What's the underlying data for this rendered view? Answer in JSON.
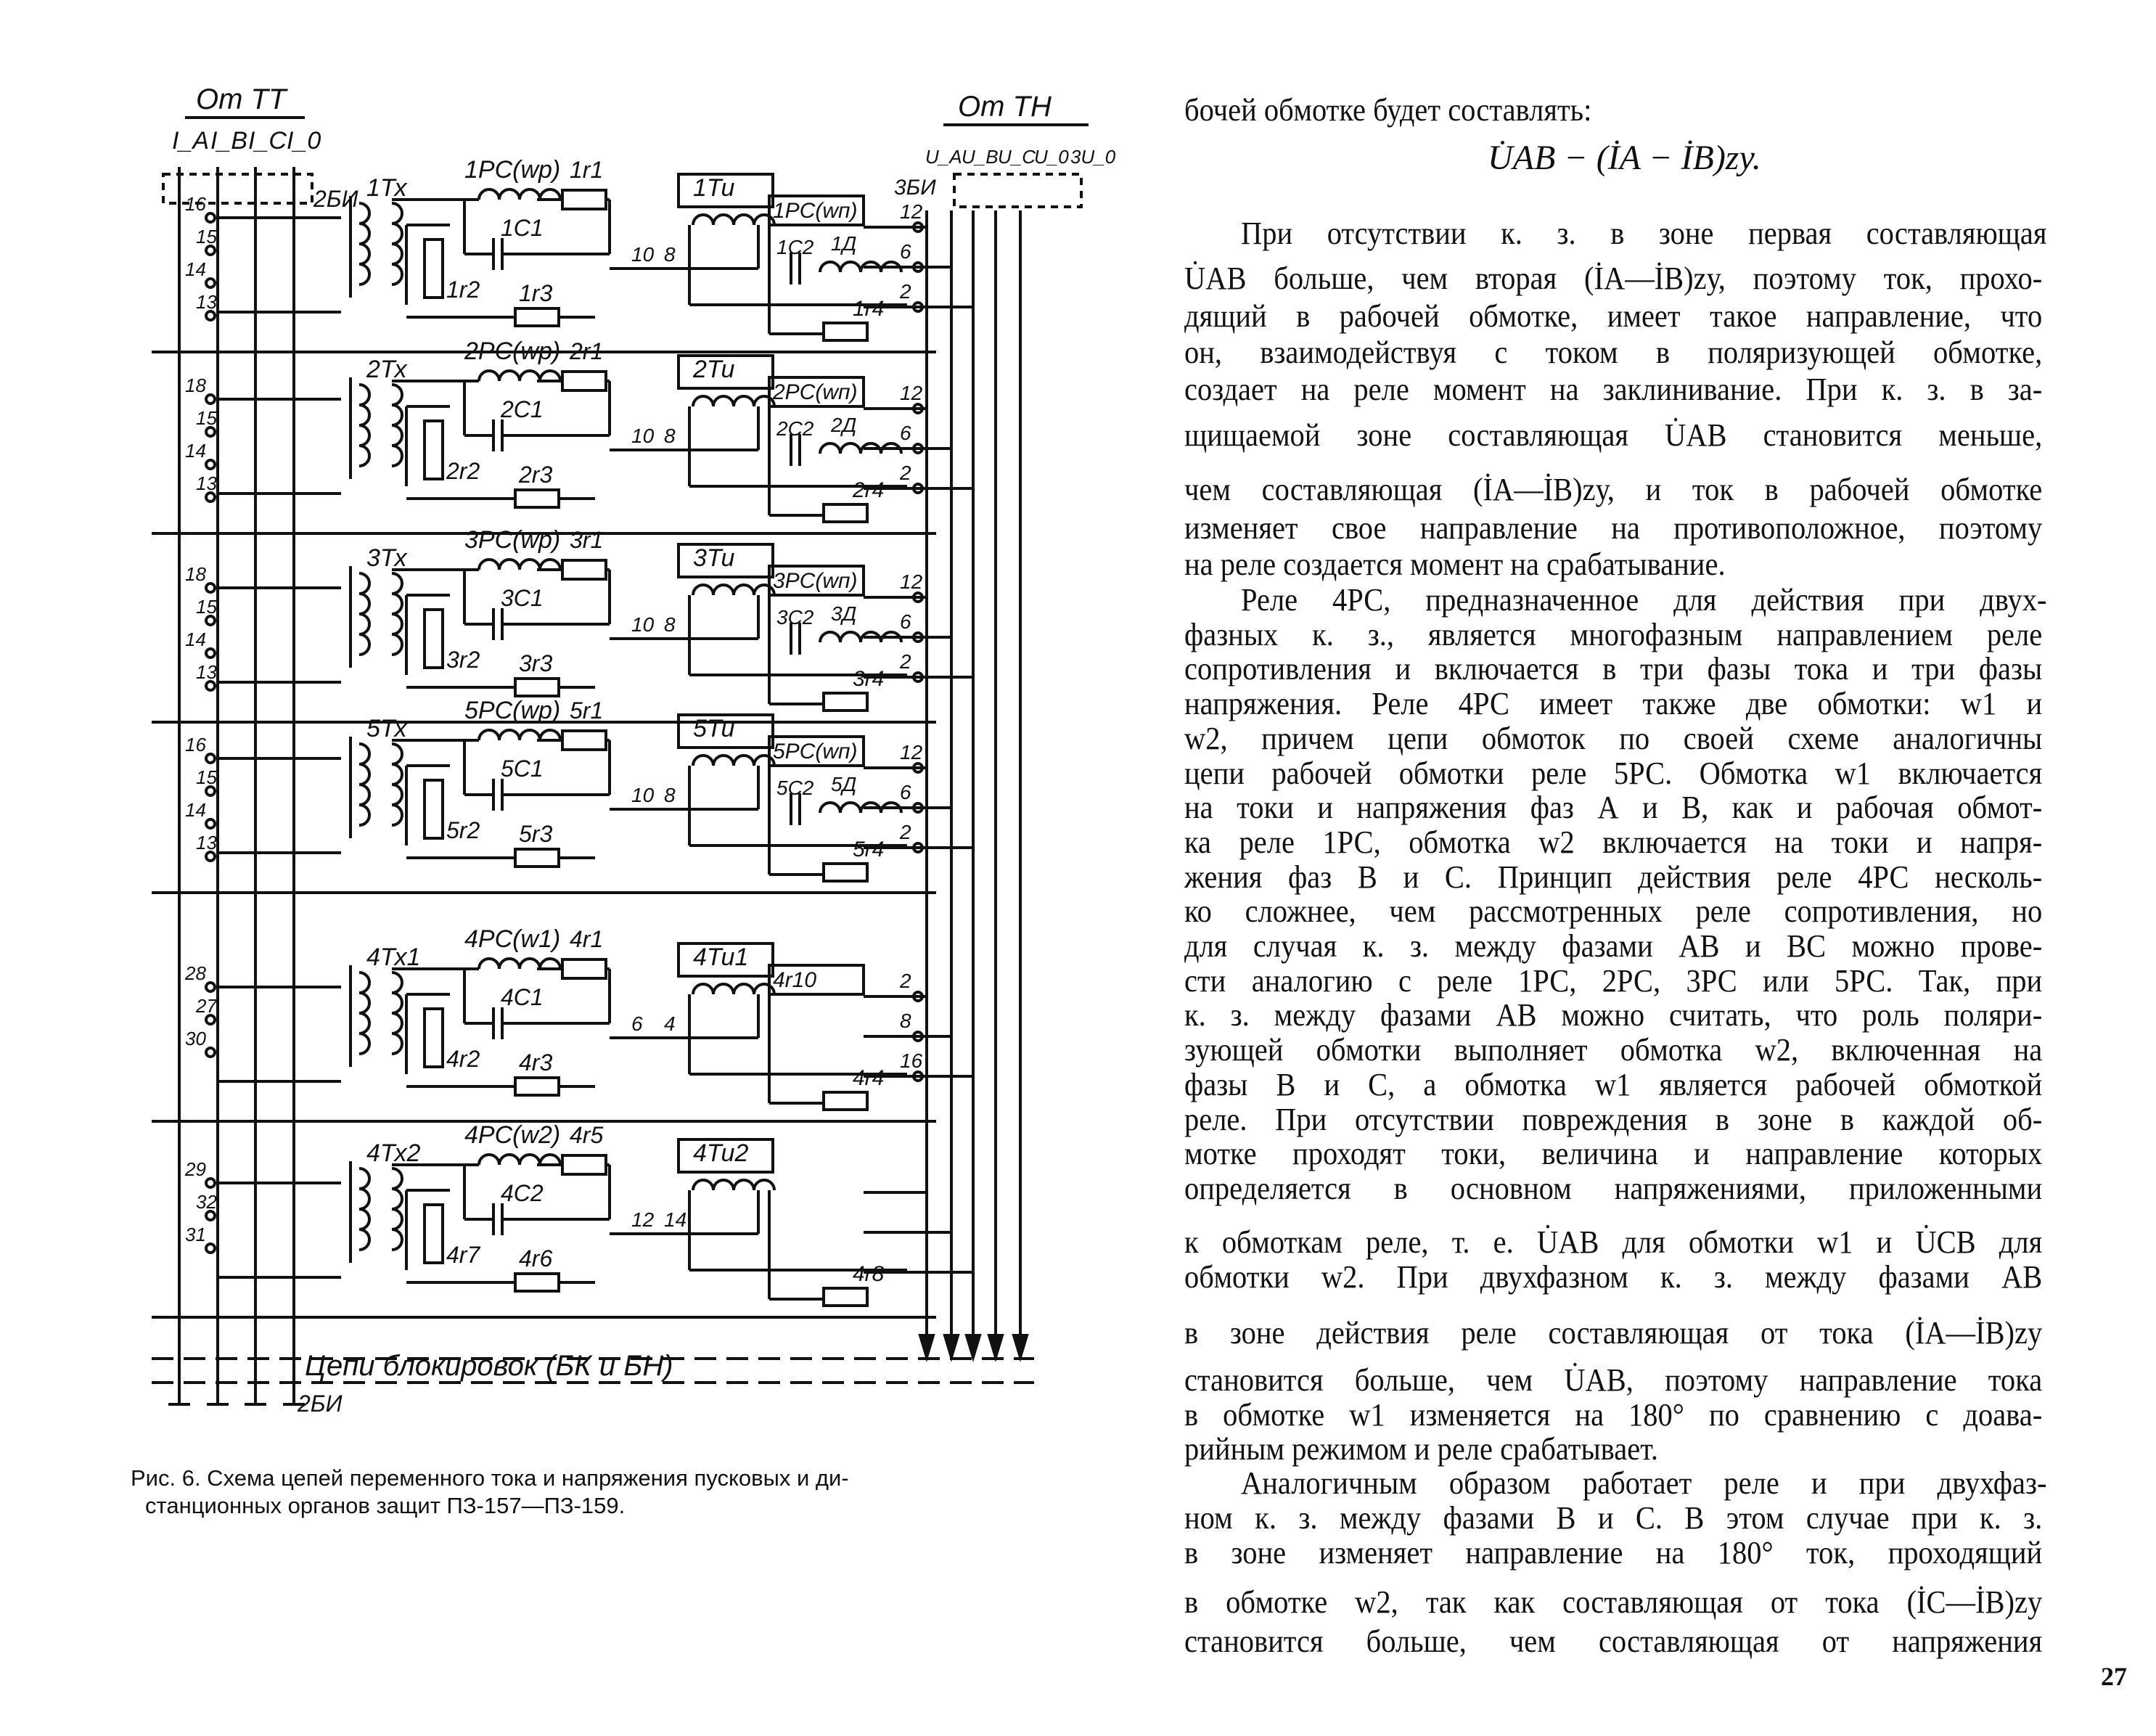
{
  "diagram": {
    "from_ct": "От ТТ",
    "from_vt": "От ТН",
    "currents": [
      "I_A",
      "I_B",
      "I_C",
      "I_0"
    ],
    "voltages": [
      "U_A",
      "U_B",
      "U_C",
      "U_0",
      "3U_0"
    ],
    "top_left_box": "2БИ",
    "top_right_box": "3БИ",
    "bottom_box": "2БИ",
    "bottom_label": "Цепи блокировок (БК и БН)",
    "blocks": [
      {
        "tx": "1Тх",
        "rw": "1РС(wр)",
        "r1": "1r1",
        "c1": "1C1",
        "r2": "1r2",
        "r3": "1r3",
        "tu": "1Ти",
        "rn": "1РС(wп)",
        "c2": "1C2",
        "d": "1Д",
        "r4": "1r4",
        "mid": [
          "10",
          "8"
        ],
        "out": [
          "12",
          "6",
          "2"
        ],
        "left": [
          "16",
          "15",
          "14",
          "13"
        ]
      },
      {
        "tx": "2Тх",
        "rw": "2РС(wр)",
        "r1": "2r1",
        "c1": "2C1",
        "r2": "2r2",
        "r3": "2r3",
        "tu": "2Ти",
        "rn": "2РС(wп)",
        "c2": "2C2",
        "d": "2Д",
        "r4": "2r4",
        "mid": [
          "10",
          "8"
        ],
        "out": [
          "12",
          "6",
          "2"
        ],
        "left": [
          "18",
          "15",
          "14",
          "13"
        ]
      },
      {
        "tx": "3Тх",
        "rw": "3РС(wр)",
        "r1": "3r1",
        "c1": "3C1",
        "r2": "3r2",
        "r3": "3r3",
        "tu": "3Ти",
        "rn": "3РС(wп)",
        "c2": "3C2",
        "d": "3Д",
        "r4": "3r4",
        "mid": [
          "10",
          "8"
        ],
        "out": [
          "12",
          "6",
          "2"
        ],
        "left": [
          "18",
          "15",
          "14",
          "13"
        ]
      },
      {
        "tx": "5Тх",
        "rw": "5РС(wр)",
        "r1": "5r1",
        "c1": "5C1",
        "r2": "5r2",
        "r3": "5r3",
        "tu": "5Ти",
        "rn": "5РС(wп)",
        "c2": "5C2",
        "d": "5Д",
        "r4": "5r4",
        "mid": [
          "10",
          "8"
        ],
        "out": [
          "12",
          "6",
          "2"
        ],
        "left": [
          "16",
          "15",
          "14",
          "13"
        ]
      },
      {
        "tx": "4Тх1",
        "rw": "4РС(w1)",
        "r1": "4r1",
        "c1": "4C1",
        "r2": "4r2",
        "r3": "4r3",
        "tu": "4Ти1",
        "rn": "4r10",
        "c2": "",
        "d": "",
        "r4": "4r4",
        "mid": [
          "6",
          "4"
        ],
        "out": [
          "2",
          "8",
          "16"
        ],
        "left": [
          "28",
          "27",
          "30",
          ""
        ]
      },
      {
        "tx": "4Тх2",
        "rw": "4РС(w2)",
        "r1": "4r5",
        "c1": "4C2",
        "r2": "4r7",
        "r3": "4r6",
        "tu": "4Ти2",
        "rn": "",
        "c2": "",
        "d": "",
        "r4": "4r8",
        "mid": [
          "12",
          "14"
        ],
        "out": [
          "",
          "",
          ""
        ],
        "left": [
          "29",
          "32",
          "31",
          ""
        ]
      }
    ]
  },
  "caption": {
    "line1": "Рис. 6. Схема цепей переменного тока и напряжения пусковых и ди-",
    "line2": "станционных органов защит ПЗ-157—ПЗ-159."
  },
  "text": {
    "formula": "U̇AB − (İA − İB)zу.",
    "lines": [
      "бочей обмотке будет составлять:",
      "При отсутствии к. з. в зоне первая составляющая",
      "U̇AB больше, чем вторая (İA—İB)zу, поэтому ток, прохо-",
      "дящий в рабочей обмотке, имеет такое направление, что",
      "он, взаимодействуя с током в поляризующей обмотке,",
      "создает на реле момент на заклинивание. При к. з. в за-",
      "щищаемой зоне составляющая U̇AB становится меньше,",
      "чем составляющая (İA—İB)zу, и ток в рабочей обмотке",
      "изменяет свое направление на противоположное, поэтому",
      "на реле создается момент на срабатывание.",
      "Реле 4РС, предназначенное для действия при двух-",
      "фазных к. з., является многофазным направлением реле",
      "сопротивления и включается в три фазы тока и три фазы",
      "напряжения. Реле 4РС имеет также две обмотки: w1 и",
      "w2, причем цепи обмоток по своей схеме аналогичны",
      "цепи рабочей обмотки реле 5РС. Обмотка w1 включается",
      "на токи и напряжения фаз А и В, как и рабочая обмот-",
      "ка реле 1РС, обмотка w2 включается на токи и напря-",
      "жения фаз В и С. Принцип действия реле 4РС несколь-",
      "ко сложнее, чем рассмотренных реле сопротивления, но",
      "для случая к. з. между фазами АВ и ВС можно прове-",
      "сти аналогию с реле 1РС, 2РС, 3РС или 5РС. Так, при",
      "к. з. между фазами АВ можно считать, что роль поляри-",
      "зующей обмотки выполняет обмотка w2, включенная на",
      "фазы В и С, а обмотка w1 является рабочей обмоткой",
      "реле. При отсутствии повреждения в зоне в каждой об-",
      "мотке проходят токи, величина и направление которых",
      "определяется в основном напряжениями, приложенными",
      "к обмоткам реле, т. е. U̇AB для обмотки w1 и U̇CB для",
      "обмотки w2. При двухфазном к. з. между фазами АВ",
      "в зоне действия реле составляющая от тока (İA—İB)zу",
      "становится больше, чем U̇AB, поэтому направление тока",
      "в обмотке w1 изменяется на 180° по сравнению с доава-",
      "рийным режимом и реле срабатывает.",
      "Аналогичным образом работает реле и при двухфаз-",
      "ном к. з. между фазами В и С. В этом случае при к. з.",
      "в зоне изменяет направление на 180° ток, проходящий",
      "в обмотке w2, так как составляющая от тока (İC—İB)zу",
      "становится больше, чем составляющая от напряжения"
    ],
    "page_number": "27"
  }
}
